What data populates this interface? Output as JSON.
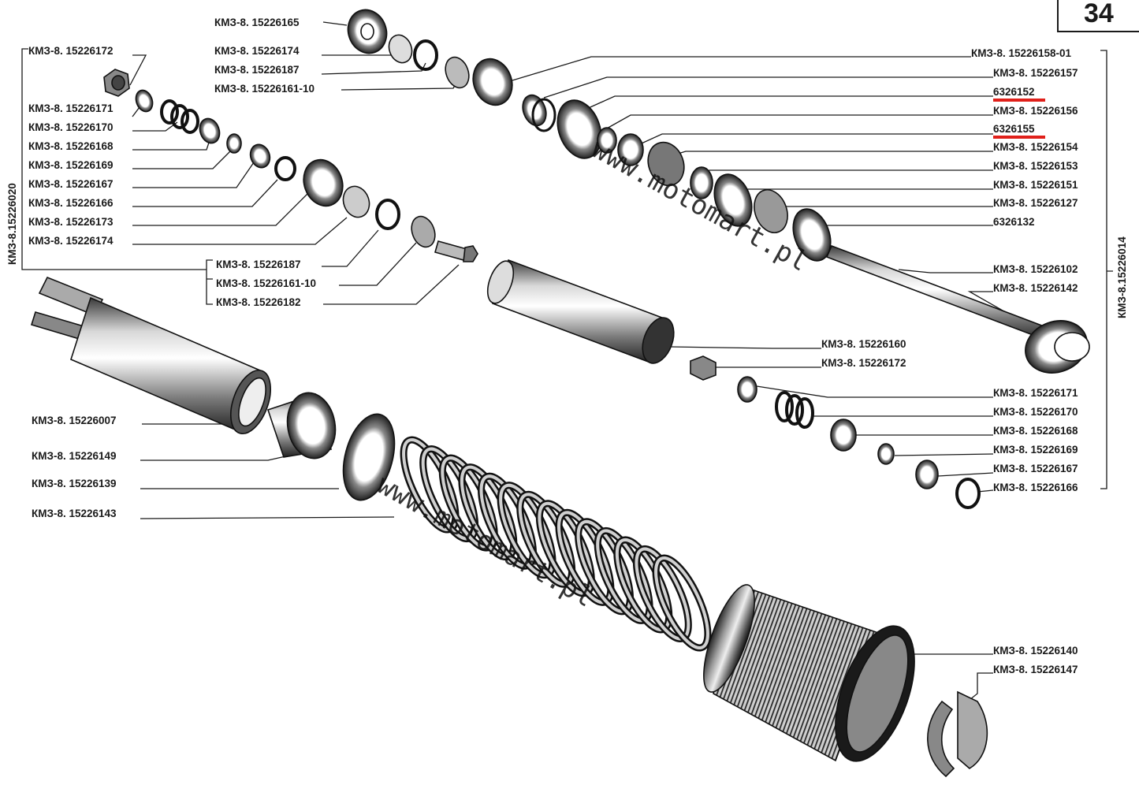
{
  "page_number": "34",
  "group_left": "КМЗ-8.15226020",
  "group_right": "КМЗ-8.15226014",
  "watermark": "www.motomart.pl",
  "highlight_color": "#e0201a",
  "labels": {
    "top_center_1": "КМЗ-8. 15226165",
    "top_center_2": "КМЗ-8. 15226174",
    "top_center_3": "КМЗ-8. 15226187",
    "top_center_4": "КМЗ-8. 15226161-10",
    "left_1": "КМЗ-8. 15226172",
    "left_2": "КМЗ-8. 15226171",
    "left_3": "КМЗ-8. 15226170",
    "left_4": "КМЗ-8. 15226168",
    "left_5": "КМЗ-8. 15226169",
    "left_6": "КМЗ-8. 15226167",
    "left_7": "КМЗ-8. 15226166",
    "left_8": "КМЗ-8. 15226173",
    "left_9": "КМЗ-8. 15226174",
    "mid_1": "КМЗ-8. 15226187",
    "mid_2": "КМЗ-8. 15226161-10",
    "mid_3": "КМЗ-8. 15226182",
    "right_1": "КМЗ-8. 15226158-01",
    "right_2": "КМЗ-8. 15226157",
    "right_3": "6326152",
    "right_4": "КМЗ-8. 15226156",
    "right_5": "6326155",
    "right_6": "КМЗ-8. 15226154",
    "right_7": "КМЗ-8. 15226153",
    "right_8": "КМЗ-8. 15226151",
    "right_9": "КМЗ-8. 15226127",
    "right_10": "6326132",
    "right_11": "КМЗ-8. 15226102",
    "right_12": "КМЗ-8. 15226142",
    "center_1": "КМЗ-8. 15226160",
    "center_2": "КМЗ-8. 15226172",
    "lower_right_1": "КМЗ-8. 15226171",
    "lower_right_2": "КМЗ-8. 15226170",
    "lower_right_3": "КМЗ-8. 15226168",
    "lower_right_4": "КМЗ-8. 15226169",
    "lower_right_5": "КМЗ-8. 15226167",
    "lower_right_6": "КМЗ-8. 15226166",
    "lower_left_1": "КМЗ-8. 15226007",
    "lower_left_2": "КМЗ-8. 15226149",
    "lower_left_3": "КМЗ-8. 15226139",
    "lower_left_4": "КМЗ-8. 15226143",
    "bottom_right_1": "КМЗ-8. 15226140",
    "bottom_right_2": "КМЗ-8. 15226147"
  }
}
